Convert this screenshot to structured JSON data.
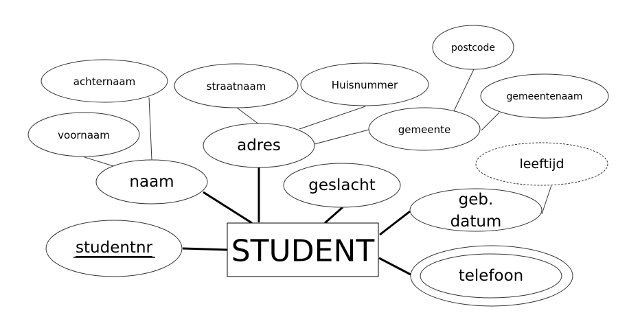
{
  "entity": {
    "label": "STUDENT"
  },
  "attributes": {
    "studentnr": "studentnr",
    "naam": "naam",
    "voornaam": "voornaam",
    "achternaam": "achternaam",
    "adres": "adres",
    "straatnaam": "straatnaam",
    "huisnummer": "Huisnummer",
    "gemeente": "gemeente",
    "postcode": "postcode",
    "gemeentenaam": "gemeentenaam",
    "geslacht": "geslacht",
    "geb_datum_line1": "geb.",
    "geb_datum_line2": "datum",
    "leeftijd": "leeftijd",
    "telefoon": "telefoon"
  }
}
